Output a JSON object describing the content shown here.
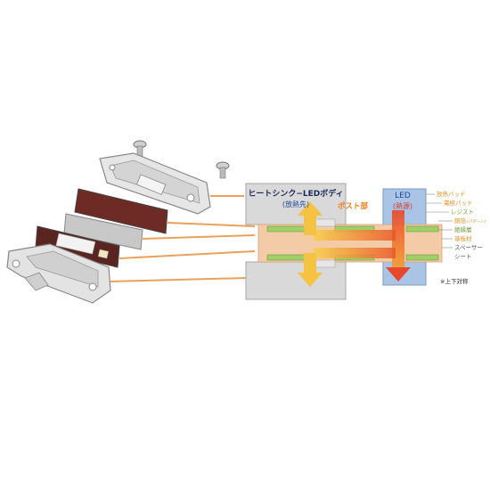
{
  "diagram": {
    "heatsink_label": "ヒートシンク−LEDボディ",
    "heatsink_sub": "(放熱先)",
    "post_label": "ポスト部",
    "led_label": "LED",
    "led_sub": "(熱源)",
    "note": "※上下対称",
    "legend": [
      {
        "id": "heat-pad-1",
        "text": "放熱パッド",
        "color": "#e8932a"
      },
      {
        "id": "heat-pad-2",
        "text": "電極パッド",
        "color": "#e8932a"
      },
      {
        "id": "resist",
        "text": "レジスト",
        "color": "#6f9a3a"
      },
      {
        "id": "copper",
        "text": "銅箔",
        "color": "#e8932a"
      },
      {
        "id": "copper-note",
        "text": "(パターン)",
        "color": "#e8932a"
      },
      {
        "id": "insulation",
        "text": "絶縁層",
        "color": "#6f9a3a"
      },
      {
        "id": "substrate",
        "text": "基板材",
        "color": "#e8932a"
      },
      {
        "id": "spacer",
        "text": "スペーサー",
        "color": "#555555"
      },
      {
        "id": "sheet",
        "text": "シート",
        "color": "#555555"
      }
    ],
    "colors": {
      "heat_arrow": "#e85a20",
      "heat_glow": "#f5c242",
      "box_fill": "#d8d8d8",
      "led_body": "#a9c4e4",
      "pcb": "#f2c9a6",
      "resist": "#9fcf6a",
      "connector": "#e8a25a"
    }
  }
}
